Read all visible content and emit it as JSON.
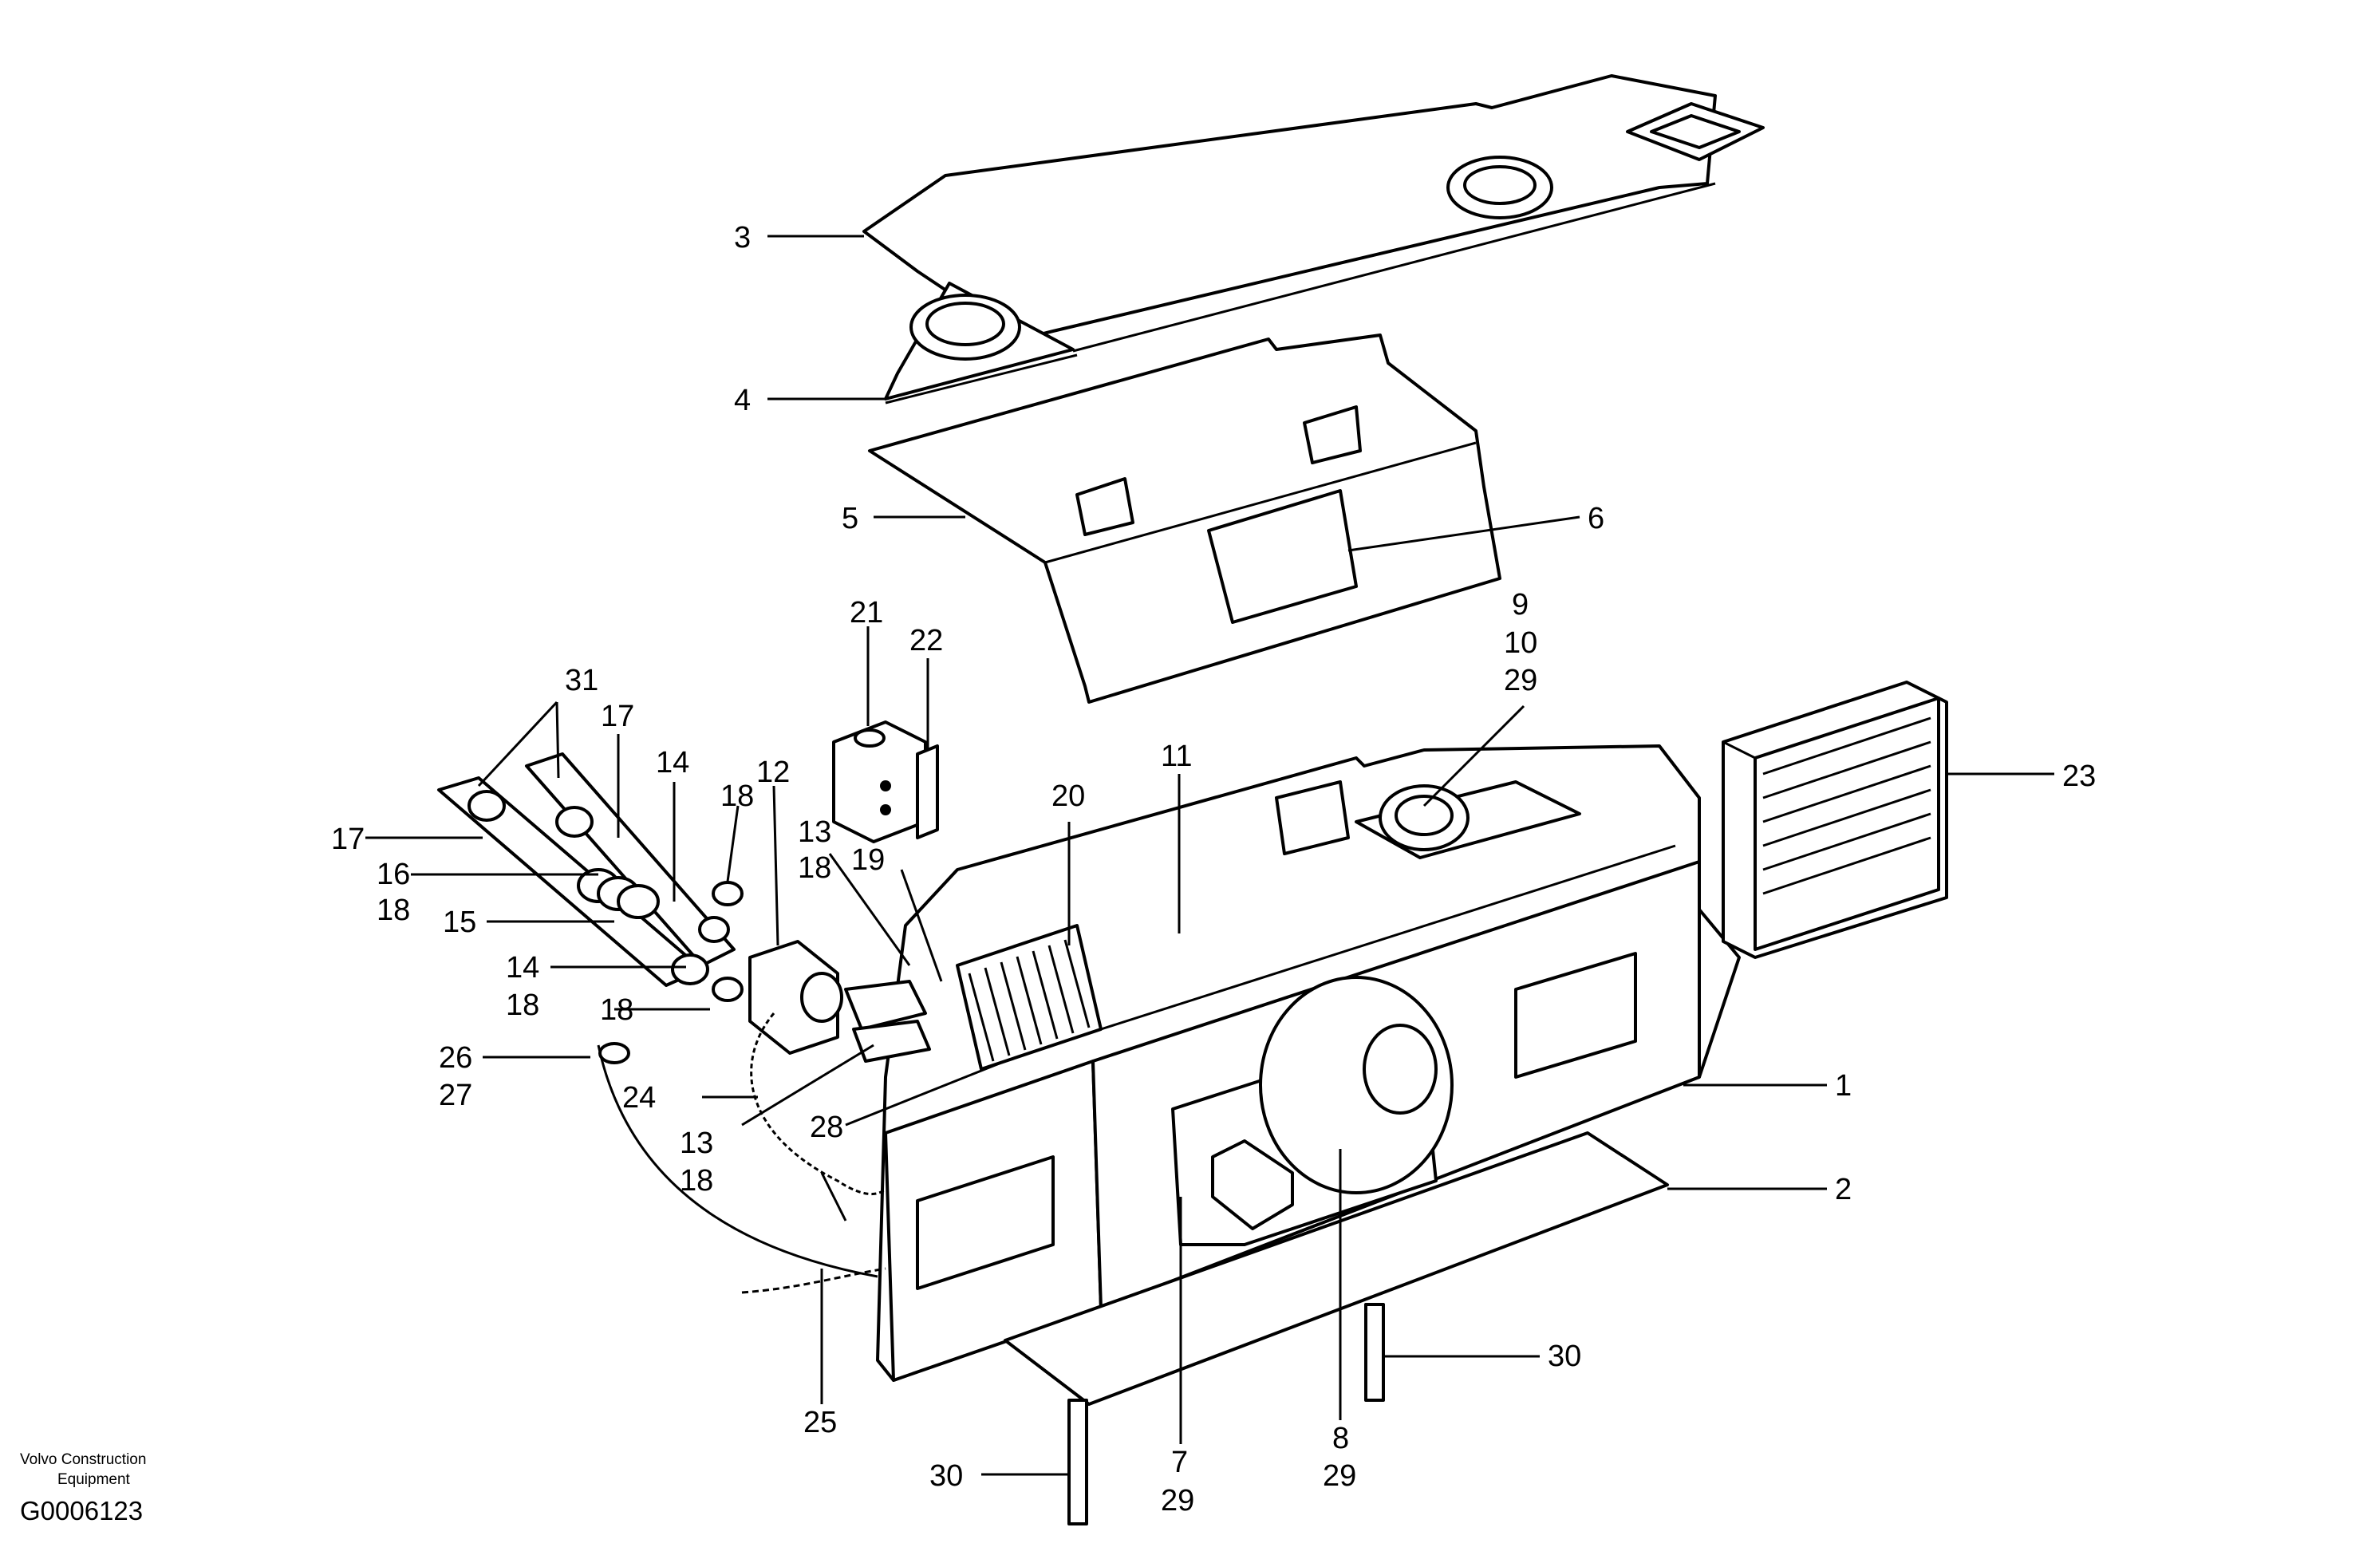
{
  "labels": {
    "l1": "1",
    "l2": "2",
    "l3": "3",
    "l4": "4",
    "l5": "5",
    "l6": "6",
    "l7": "7",
    "l8": "8",
    "l9": "9",
    "l10": "10",
    "l11": "11",
    "l12": "12",
    "l13a": "13",
    "l13b": "13",
    "l14a": "14",
    "l14b": "14",
    "l15": "15",
    "l16": "16",
    "l17a": "17",
    "l17b": "17",
    "l18a": "18",
    "l18b": "18",
    "l18c": "18",
    "l18d": "18",
    "l18e": "18",
    "l18f": "18",
    "l19": "19",
    "l20": "20",
    "l21": "21",
    "l22": "22",
    "l23": "23",
    "l24": "24",
    "l25": "25",
    "l26": "26",
    "l27": "27",
    "l28": "28",
    "l29a": "29",
    "l29b": "29",
    "l29c": "29",
    "l30a": "30",
    "l30b": "30",
    "l31": "31"
  },
  "footer": {
    "company_line1": "Volvo Construction",
    "company_line2": "Equipment",
    "drawing_id": "G0006123"
  }
}
